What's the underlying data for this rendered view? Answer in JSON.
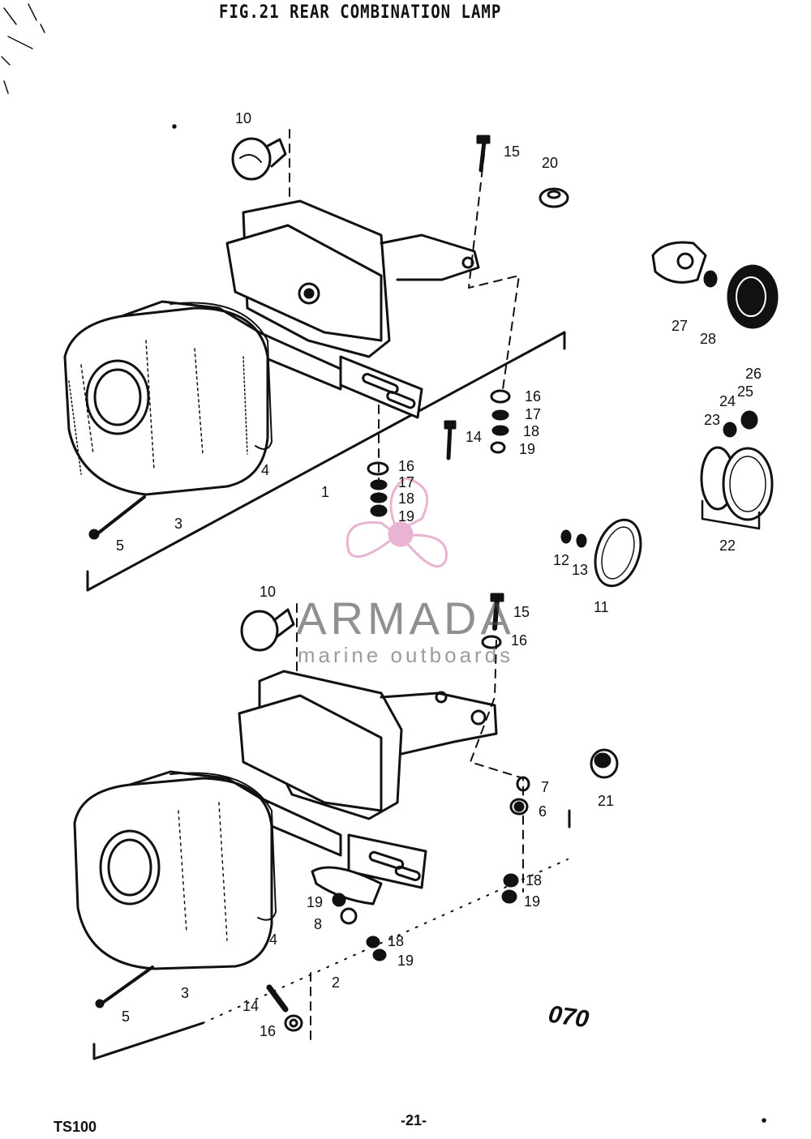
{
  "figure": {
    "title": "FIG.21  REAR COMBINATION LAMP"
  },
  "callouts": {
    "upper": [
      "10",
      "15",
      "20",
      "27",
      "28",
      "26",
      "16",
      "17",
      "18",
      "19",
      "14",
      "16",
      "17",
      "18",
      "19",
      "24",
      "25",
      "23",
      "22",
      "12",
      "13",
      "11",
      "4",
      "5",
      "3",
      "1"
    ],
    "lower": [
      "10",
      "15",
      "16",
      "21",
      "7",
      "6",
      "18",
      "19",
      "4",
      "3",
      "5",
      "2",
      "19",
      "8",
      "18",
      "19",
      "14",
      "16"
    ]
  },
  "footer": {
    "model": "TS100",
    "page": "-21-",
    "code": "070"
  },
  "watermark": {
    "name": "ARMADA",
    "tagline": "marine outboards",
    "color": "#e6a6cc"
  }
}
